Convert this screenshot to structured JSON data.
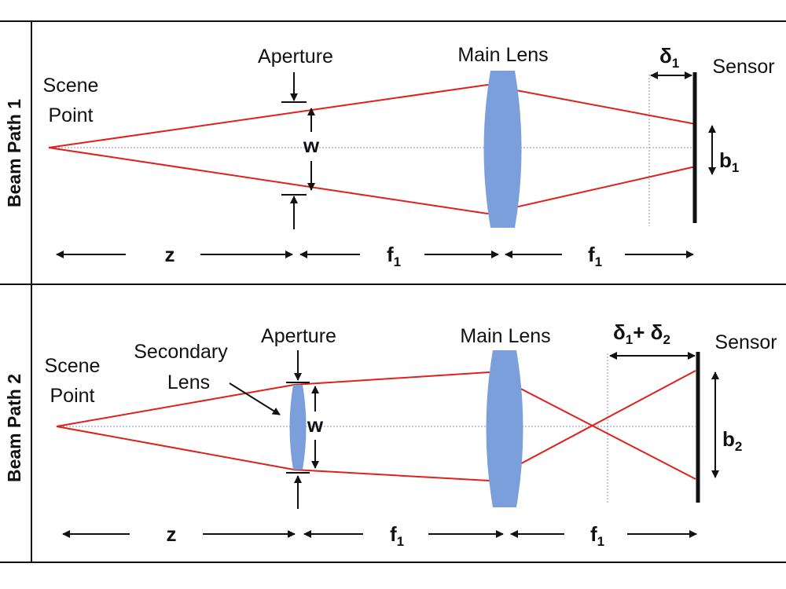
{
  "panels": [
    {
      "side_label": "Beam Path 1",
      "scene_point": [
        "Scene",
        "Point"
      ],
      "aperture": "Aperture",
      "main_lens": "Main Lens",
      "sensor": "Sensor",
      "width_symbol": "w",
      "delta": {
        "sym": "δ",
        "sub": "1"
      },
      "blur": {
        "sym": "b",
        "sub": "1"
      },
      "distances": [
        {
          "sym": "z",
          "sub": ""
        },
        {
          "sym": "f",
          "sub": "1"
        },
        {
          "sym": "f",
          "sub": "1"
        }
      ]
    },
    {
      "side_label": "Beam Path 2",
      "scene_point": [
        "Scene",
        "Point"
      ],
      "secondary_lens": [
        "Secondary",
        "Lens"
      ],
      "aperture": "Aperture",
      "main_lens": "Main Lens",
      "sensor": "Sensor",
      "width_symbol": "w",
      "delta": {
        "sym1": "δ",
        "sub1": "1",
        "plus": "+ ",
        "sym2": "δ",
        "sub2": "2"
      },
      "blur": {
        "sym": "b",
        "sub": "2"
      },
      "distances": [
        {
          "sym": "z",
          "sub": ""
        },
        {
          "sym": "f",
          "sub": "1"
        },
        {
          "sym": "f",
          "sub": "1"
        }
      ]
    }
  ],
  "colors": {
    "ray": "#e0201b",
    "lens": "#7b9fda",
    "axis": "#7f93c8"
  }
}
